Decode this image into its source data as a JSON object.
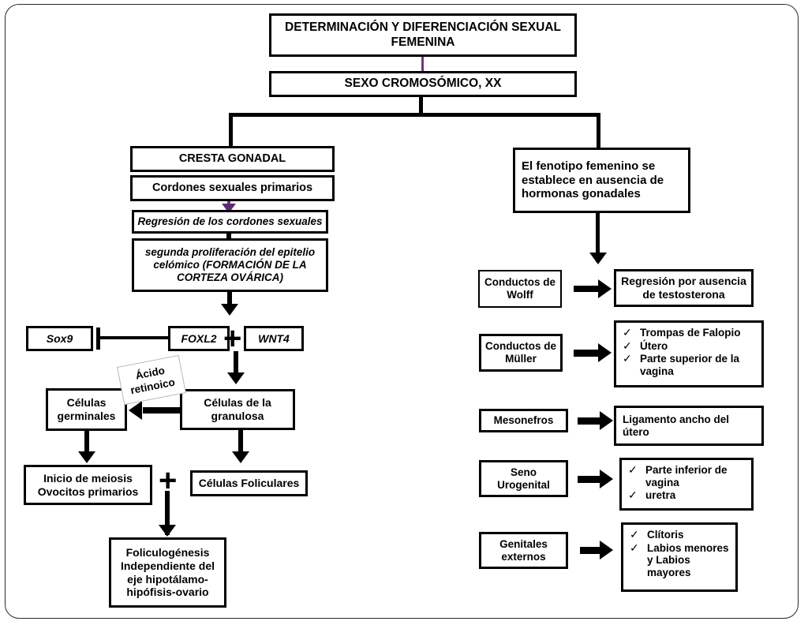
{
  "diagram": {
    "title": "DETERMINACIÓN Y DIFERENCIACIÓN SEXUAL FEMENINA",
    "nodes": {
      "title_box": "DETERMINACIÓN Y DIFERENCIACIÓN SEXUAL FEMENINA",
      "chromosomal_sex": "SEXO CROMOSÓMICO, XX",
      "cresta_gonadal": "CRESTA GONADAL",
      "cordones_primarios": "Cordones sexuales primarios",
      "regresion_cordones": "Regresión de los cordones sexuales",
      "segunda_proliferacion": "segunda proliferación del epitelio celómico (FORMACIÓN DE LA CORTEZA OVÁRICA)",
      "sox9": "Sox9",
      "foxl2": "FOXL2",
      "wnt4": "WNT4",
      "acido_retinoico": "Ácido retinoico",
      "celulas_germinales": "Células germinales",
      "celulas_granulosa": "Células de la granulosa",
      "inicio_meiosis": "Inicio de meiosis Ovocitos primarios",
      "celulas_foliculares": "Células Foliculares",
      "foliculogenesis": "Foliculogénesis Independiente del eje hipotálamo-hipófisis-ovario",
      "fenotipo_femenino": "El fenotipo femenino se establece en ausencia de hormonas gonadales",
      "conductos_wolff": "Conductos de Wolff",
      "regresion_testosterona": "Regresión por ausencia de testosterona",
      "conductos_muller": "Conductos de Müller",
      "mesonefros": "Mesonefros",
      "ligamento_ancho": "Ligamento ancho del útero",
      "seno_urogenital": "Seno Urogenital",
      "genitales_externos": "Genitales externos"
    },
    "lists": {
      "muller_derivatives": [
        "Trompas de Falopio",
        "Útero",
        "Parte superior de la vagina"
      ],
      "seno_urogenital_derivatives": [
        "Parte inferior de vagina",
        "uretra"
      ],
      "genitales_externos_derivatives": [
        "Clítoris",
        "Labios menores y Labios mayores"
      ]
    },
    "symbols": {
      "plus_foxl2_wnt4": "+",
      "plus_meiosis_foliculares": "+",
      "checkmark": "✓"
    },
    "colors": {
      "stroke": "#000000",
      "accent_purple": "#7b2f8e",
      "arrow_purple": "#5b2a74",
      "frame": "#2a2a2a",
      "background": "#ffffff",
      "tilted_box_border": "#b9b9b9"
    }
  }
}
